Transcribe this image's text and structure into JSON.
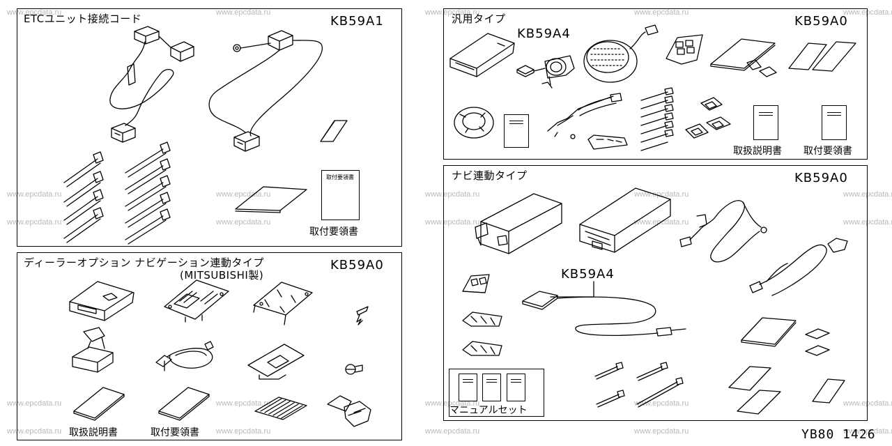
{
  "watermark": "www.epcdata.ru",
  "footer_ref": "YB80 1426",
  "panels": {
    "etc": {
      "title": "ETCユニット接続コード",
      "code": "KB59A1",
      "label_manual": "取付要領書",
      "booklet_text": "取付要領書"
    },
    "dealer": {
      "title": "ディーラーオプション ナビゲーション連動タイプ",
      "subtitle": "(MITSUBISHI製)",
      "code": "KB59A0",
      "label_manual1": "取扱説明書",
      "label_manual2": "取付要領書"
    },
    "general": {
      "title": "汎用タイプ",
      "code": "KB59A0",
      "subcode": "KB59A4",
      "label_manual1": "取扱説明書",
      "label_manual2": "取付要領書"
    },
    "navi": {
      "title": "ナビ連動タイプ",
      "code": "KB59A0",
      "subcode": "KB59A4",
      "label_manual_set": "マニュアルセット"
    }
  },
  "icons": [
    "etc-cable-icon",
    "cable-tie-icon",
    "sheet-icon",
    "booklet-icon",
    "etc-unit-icon",
    "antenna-icon",
    "speaker-icon",
    "screw-icon",
    "bracket-icon",
    "grommet-icon",
    "connector-icon"
  ],
  "colors": {
    "line": "#000000",
    "watermark": "#b8b8b8",
    "background": "#ffffff"
  }
}
